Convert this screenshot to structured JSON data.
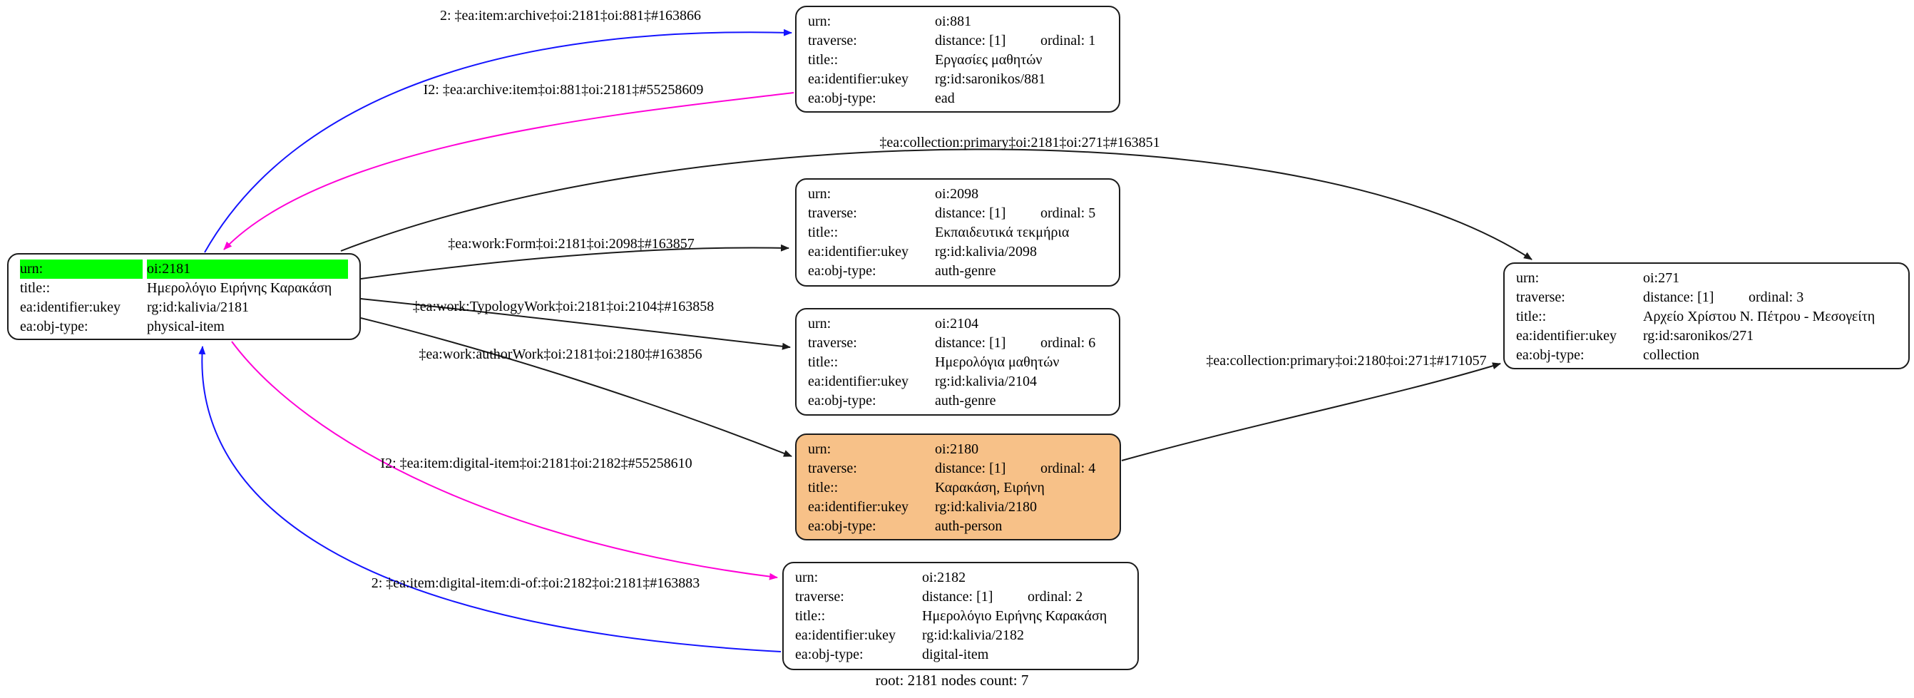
{
  "graph": {
    "footer": "root: 2181 nodes count: 7",
    "colors": {
      "root_highlight": "#00ff00",
      "person_fill": "#f7c188",
      "edge_black": "#1a1a1a",
      "edge_blue": "#1414ff",
      "edge_magenta": "#ff00d7"
    }
  },
  "nodes": [
    {
      "id": "oi:2181",
      "rows": [
        {
          "k": "urn:",
          "v": "oi:2181",
          "hl": true
        },
        {
          "k": "title::",
          "v": "Ημερολόγιο Ειρήνης Καρακάση"
        },
        {
          "k": "ea:identifier:ukey",
          "v": "rg:id:kalivia/2181"
        },
        {
          "k": "ea:obj-type:",
          "v": "physical-item"
        }
      ]
    },
    {
      "id": "oi:881",
      "rows": [
        {
          "k": "urn:",
          "v": "oi:881"
        },
        {
          "k": "traverse:",
          "v": "distance: [1]",
          "v2": "ordinal: 1"
        },
        {
          "k": "title::",
          "v": "Εργασίες μαθητών"
        },
        {
          "k": "ea:identifier:ukey",
          "v": "rg:id:saronikos/881"
        },
        {
          "k": "ea:obj-type:",
          "v": "ead"
        }
      ]
    },
    {
      "id": "oi:2098",
      "rows": [
        {
          "k": "urn:",
          "v": "oi:2098"
        },
        {
          "k": "traverse:",
          "v": "distance: [1]",
          "v2": "ordinal: 5"
        },
        {
          "k": "title::",
          "v": "Εκπαιδευτικά τεκμήρια"
        },
        {
          "k": "ea:identifier:ukey",
          "v": "rg:id:kalivia/2098"
        },
        {
          "k": "ea:obj-type:",
          "v": "auth-genre"
        }
      ]
    },
    {
      "id": "oi:2104",
      "rows": [
        {
          "k": "urn:",
          "v": "oi:2104"
        },
        {
          "k": "traverse:",
          "v": "distance: [1]",
          "v2": "ordinal: 6"
        },
        {
          "k": "title::",
          "v": "Ημερολόγια μαθητών"
        },
        {
          "k": "ea:identifier:ukey",
          "v": "rg:id:kalivia/2104"
        },
        {
          "k": "ea:obj-type:",
          "v": "auth-genre"
        }
      ]
    },
    {
      "id": "oi:2180",
      "fill": "#f7c188",
      "rows": [
        {
          "k": "urn:",
          "v": "oi:2180"
        },
        {
          "k": "traverse:",
          "v": "distance: [1]",
          "v2": "ordinal: 4"
        },
        {
          "k": "title::",
          "v": "Καρακάση, Ειρήνη"
        },
        {
          "k": "ea:identifier:ukey",
          "v": "rg:id:kalivia/2180"
        },
        {
          "k": "ea:obj-type:",
          "v": "auth-person"
        }
      ]
    },
    {
      "id": "oi:2182",
      "rows": [
        {
          "k": "urn:",
          "v": "oi:2182"
        },
        {
          "k": "traverse:",
          "v": "distance: [1]",
          "v2": "ordinal: 2"
        },
        {
          "k": "title::",
          "v": "Ημερολόγιο Ειρήνης Καρακάση"
        },
        {
          "k": "ea:identifier:ukey",
          "v": "rg:id:kalivia/2182"
        },
        {
          "k": "ea:obj-type:",
          "v": "digital-item"
        }
      ]
    },
    {
      "id": "oi:271",
      "rows": [
        {
          "k": "urn:",
          "v": "oi:271"
        },
        {
          "k": "traverse:",
          "v": "distance: [1]",
          "v2": "ordinal: 3"
        },
        {
          "k": "title::",
          "v": "Αρχείο Χρίστου Ν. Πέτρου - Μεσογείτη"
        },
        {
          "k": "ea:identifier:ukey",
          "v": "rg:id:saronikos/271"
        },
        {
          "k": "ea:obj-type:",
          "v": "collection"
        }
      ]
    }
  ],
  "edges": [
    {
      "label": "2: ‡ea:item:archive‡oi:2181‡oi:881‡#163866",
      "color": "#1414ff"
    },
    {
      "label": "I2: ‡ea:archive:item‡oi:881‡oi:2181‡#55258609",
      "color": "#ff00d7"
    },
    {
      "label": "‡ea:collection:primary‡oi:2181‡oi:271‡#163851",
      "color": "#1a1a1a"
    },
    {
      "label": "‡ea:work:Form‡oi:2181‡oi:2098‡#163857",
      "color": "#1a1a1a"
    },
    {
      "label": "‡ea:work:TypologyWork‡oi:2181‡oi:2104‡#163858",
      "color": "#1a1a1a"
    },
    {
      "label": "‡ea:work:authorWork‡oi:2181‡oi:2180‡#163856",
      "color": "#1a1a1a"
    },
    {
      "label": "I2: ‡ea:item:digital-item‡oi:2181‡oi:2182‡#55258610",
      "color": "#ff00d7"
    },
    {
      "label": "2: ‡ea:item:digital-item:di-of:‡oi:2182‡oi:2181‡#163883",
      "color": "#1414ff"
    },
    {
      "label": "‡ea:collection:primary‡oi:2180‡oi:271‡#171057",
      "color": "#1a1a1a"
    }
  ]
}
